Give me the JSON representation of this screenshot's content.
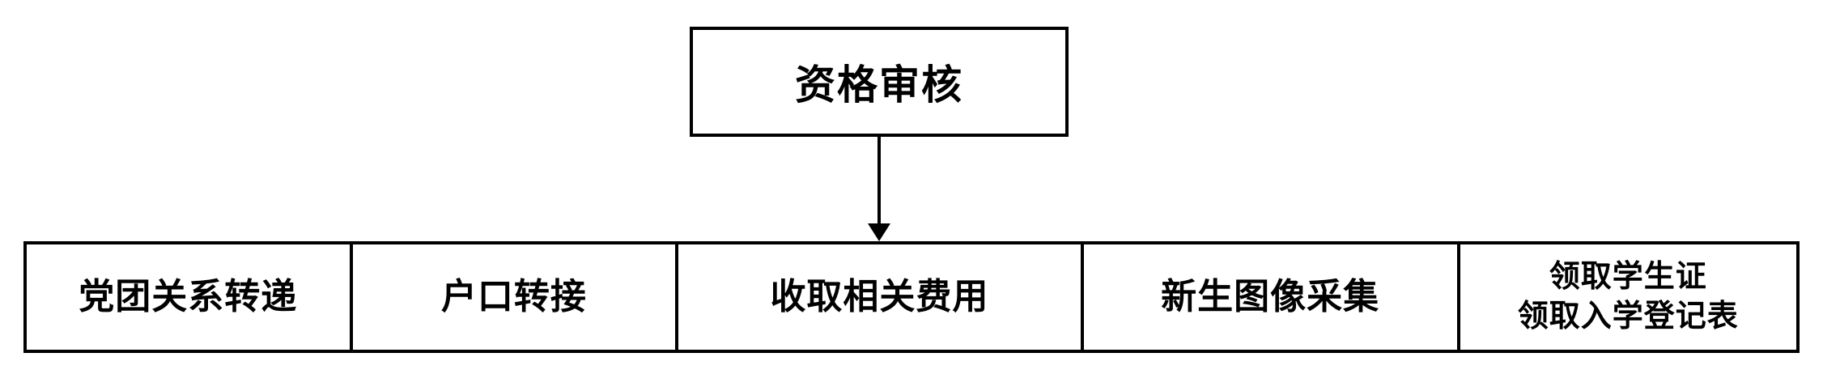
{
  "flowchart": {
    "colors": {
      "background": "#ffffff",
      "line": "#000000",
      "text": "#000000"
    },
    "top_node": {
      "label": "资格审核"
    },
    "connector": {
      "icon": "arrow-down"
    },
    "cells": [
      {
        "lines": [
          "党团关系转递"
        ]
      },
      {
        "lines": [
          "户口转接"
        ]
      },
      {
        "lines": [
          "收取相关费用"
        ]
      },
      {
        "lines": [
          "新生图像采集"
        ]
      },
      {
        "lines": [
          "领取学生证",
          "领取入学登记表"
        ]
      }
    ]
  }
}
